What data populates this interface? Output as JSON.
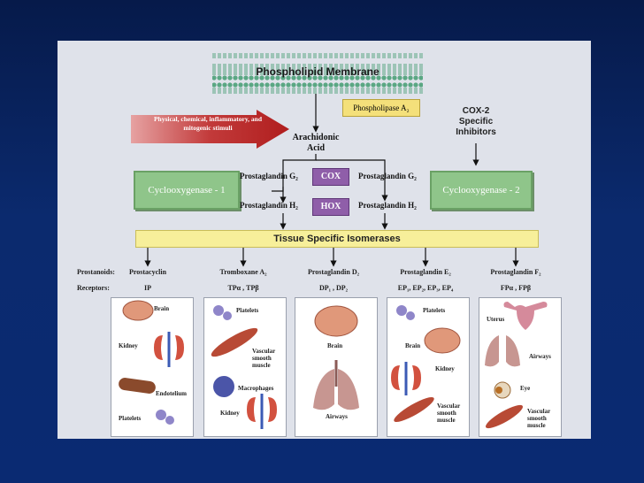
{
  "membrane": {
    "label": "Phospholipid Membrane"
  },
  "enzyme_pla2": {
    "label": "Phospholipase A₂"
  },
  "cox2_inhibitors": {
    "label": "COX-2 Specific Inhibitors"
  },
  "stimuli": {
    "label": "Physical, chemical, inflammatory, and mitogenic stimuli"
  },
  "arachidonic": {
    "label": "Arachidonic Acid"
  },
  "pathways": {
    "left": {
      "enzyme": "Cyclooxygenase - 1",
      "g2": "Prostaglandin G₂",
      "h2": "Prostaglandin H₂"
    },
    "right": {
      "enzyme": "Cyclooxygenase - 2",
      "g2": "Prostaglandin G₂",
      "h2": "Prostaglandin H₂"
    },
    "cox": "COX",
    "hox": "HOX"
  },
  "isomerases": {
    "label": "Tissue Specific Isomerases"
  },
  "rows": {
    "prostanoids": "Prostanoids:",
    "receptors": "Receptors:"
  },
  "columns": [
    {
      "prostanoid": "Prostacyclin",
      "receptor": "IP",
      "organs": [
        "Brain",
        "Kidney",
        "Endotelium",
        "Platelets"
      ]
    },
    {
      "prostanoid": "Tromboxane A₂",
      "receptor": "TPα , TPβ",
      "organs": [
        "Platelets",
        "Vascular smooth muscle",
        "Macrophages",
        "Kidney"
      ]
    },
    {
      "prostanoid": "Prostaglandin D₂",
      "receptor": "DP₁ , DP₂",
      "organs": [
        "Brain",
        "Airways"
      ]
    },
    {
      "prostanoid": "Prostaglandin E₂",
      "receptor": "EP₁, EP₂, EP₃, EP₄",
      "organs": [
        "Platelets",
        "Brain",
        "Kidney",
        "Vascular smooth muscle"
      ]
    },
    {
      "prostanoid": "Prostaglandin F₂",
      "receptor": "FPα , FPβ",
      "organs": [
        "Uterus",
        "Airways",
        "Eye",
        "Vascular smooth muscle"
      ]
    }
  ],
  "colors": {
    "background": "#0b2a6e",
    "slide": "#dfe2ea",
    "cox_box": "#8fc58a",
    "enzyme": "#8f5ea9",
    "isomerase": "#f7ef9a"
  }
}
